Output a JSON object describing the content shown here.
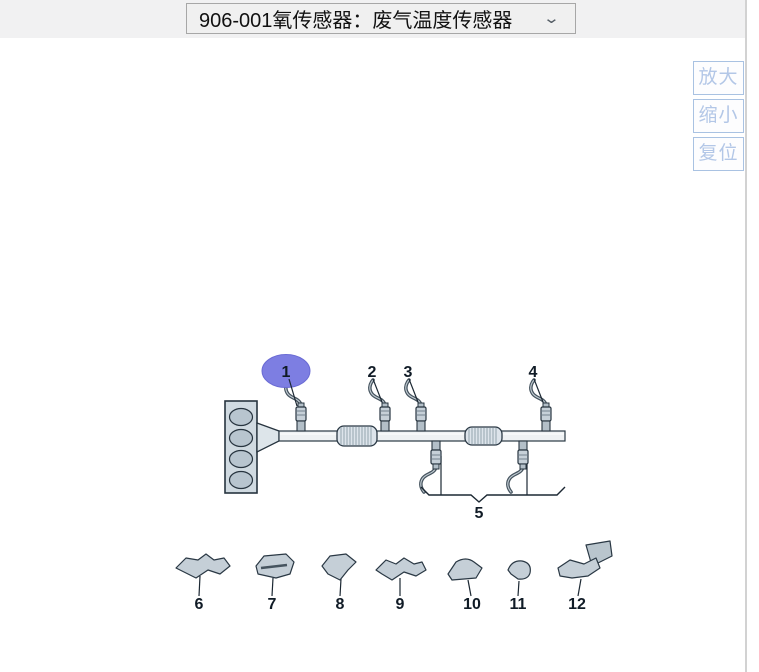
{
  "header": {
    "dropdown": {
      "value": "906-001氧传感器：废气温度传感器",
      "chevron_icon": "⌄"
    }
  },
  "zoom_controls": {
    "buttons": [
      {
        "label": "放大"
      },
      {
        "label": "缩小"
      },
      {
        "label": "复位"
      }
    ]
  },
  "diagram": {
    "selected_callout": "1",
    "highlight_color": "#7d7ee2",
    "callouts": [
      "1",
      "2",
      "3",
      "4",
      "5",
      "6",
      "7",
      "8",
      "9",
      "10",
      "11",
      "12"
    ]
  }
}
